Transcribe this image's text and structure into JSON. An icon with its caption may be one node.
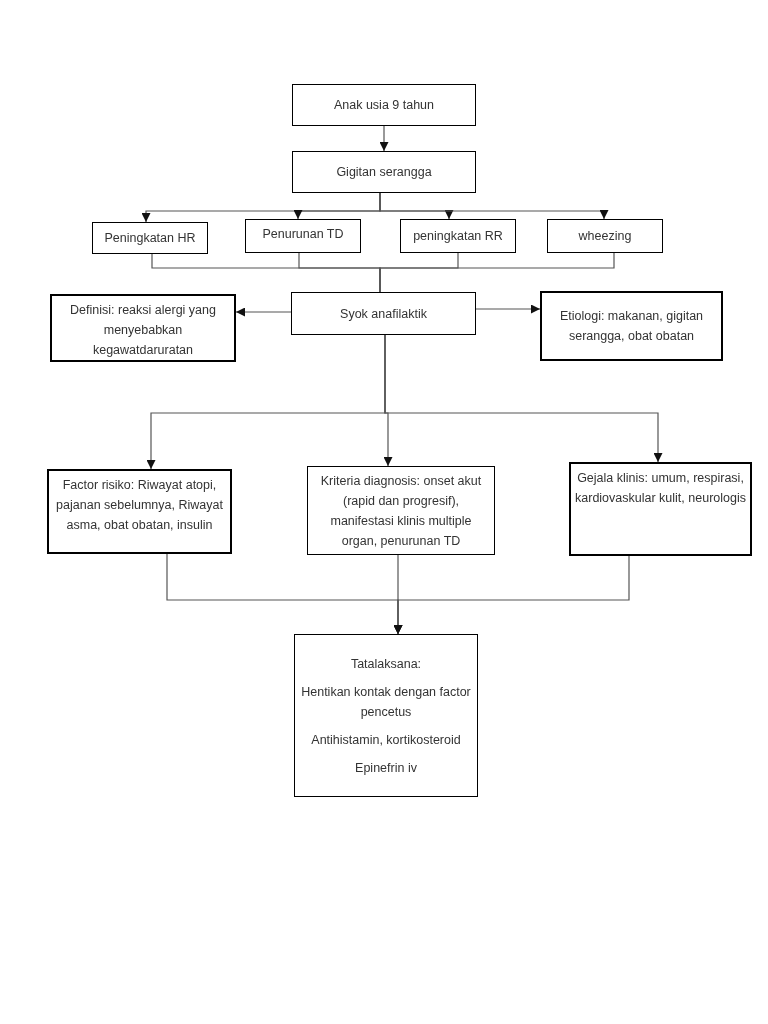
{
  "diagram": {
    "nodes": [
      {
        "text": [
          "Anak usia 9 tahun"
        ]
      },
      {
        "text": [
          "Gigitan serangga"
        ]
      },
      {
        "text": [
          "Peningkatan HR"
        ]
      },
      {
        "text": [
          "Penurunan TD"
        ]
      },
      {
        "text": [
          "peningkatan RR"
        ]
      },
      {
        "text": [
          "wheezing"
        ]
      },
      {
        "text": [
          "Syok anafilaktik"
        ]
      },
      {
        "text": [
          "Definisi: reaksi alergi yang menyebabkan kegawatdaruratan"
        ]
      },
      {
        "text": [
          "Etiologi: makanan, gigitan serangga, obat obatan"
        ]
      },
      {
        "text": [
          "Factor risiko: Riwayat atopi, pajanan sebelumnya, Riwayat asma, obat obatan, insulin"
        ]
      },
      {
        "text": [
          "Kriteria diagnosis: onset akut (rapid dan progresif), manifestasi klinis multiple organ, penurunan TD"
        ]
      },
      {
        "text": [
          "Gejala klinis: umum, respirasi, kardiovaskular kulit, neurologis"
        ]
      },
      {
        "text": [
          "Tatalaksana:",
          "Hentikan kontak dengan factor pencetus",
          "Antihistamin, kortikosteroid",
          "Epinefrin iv"
        ]
      }
    ],
    "edges": [
      {
        "from": 0,
        "to": 1,
        "arrow": "to"
      },
      {
        "from": 1,
        "to": 2,
        "arrow": "to"
      },
      {
        "from": 1,
        "to": 3,
        "arrow": "to"
      },
      {
        "from": 1,
        "to": 4,
        "arrow": "to"
      },
      {
        "from": 1,
        "to": 5,
        "arrow": "to"
      },
      {
        "from": 2,
        "to": 6,
        "arrow": "none"
      },
      {
        "from": 3,
        "to": 6,
        "arrow": "none"
      },
      {
        "from": 4,
        "to": 6,
        "arrow": "none"
      },
      {
        "from": 5,
        "to": 6,
        "arrow": "none"
      },
      {
        "from": 6,
        "to": 7,
        "arrow": "to"
      },
      {
        "from": 6,
        "to": 8,
        "arrow": "to"
      },
      {
        "from": 6,
        "to": 9,
        "arrow": "to"
      },
      {
        "from": 6,
        "to": 10,
        "arrow": "to"
      },
      {
        "from": 6,
        "to": 11,
        "arrow": "to"
      },
      {
        "from": 9,
        "to": 12,
        "arrow": "to"
      },
      {
        "from": 10,
        "to": 12,
        "arrow": "to"
      },
      {
        "from": 11,
        "to": 12,
        "arrow": "to"
      }
    ]
  }
}
